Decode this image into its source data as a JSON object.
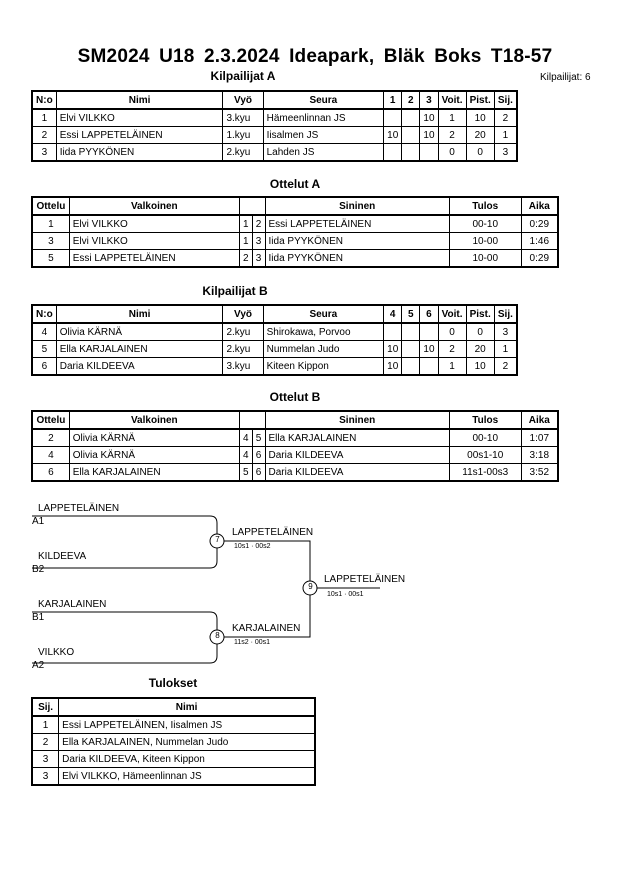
{
  "header": {
    "title": "SM2024  U18  2.3.2024  Ideapark, Bläk Boks   T18-57",
    "competitors_count": "Kilpailijat: 6"
  },
  "pool_a": {
    "title": "Kilpailijat A",
    "columns": [
      "N:o",
      "Nimi",
      "Vyö",
      "Seura",
      "1",
      "2",
      "3",
      "Voit.",
      "Pist.",
      "Sij."
    ],
    "rows": [
      {
        "no": "1",
        "name": "Elvi VILKKO",
        "belt": "3.kyu",
        "club": "Hämeenlinnan JS",
        "s1": "",
        "s2": "",
        "s3": "10",
        "wins": "1",
        "points": "10",
        "place": "2"
      },
      {
        "no": "2",
        "name": "Essi LAPPETELÄINEN",
        "belt": "1.kyu",
        "club": "Iisalmen JS",
        "s1": "10",
        "s2": "",
        "s3": "10",
        "wins": "2",
        "points": "20",
        "place": "1"
      },
      {
        "no": "3",
        "name": "Iida PYYKÖNEN",
        "belt": "2.kyu",
        "club": "Lahden JS",
        "s1": "",
        "s2": "",
        "s3": "",
        "wins": "0",
        "points": "0",
        "place": "3"
      }
    ]
  },
  "matches_a": {
    "title": "Ottelut A",
    "columns": [
      "Ottelu",
      "Valkoinen",
      "Sininen",
      "Tulos",
      "Aika"
    ],
    "rows": [
      {
        "match": "1",
        "white": "Elvi VILKKO",
        "w": "1",
        "b": "2",
        "blue": "Essi LAPPETELÄINEN",
        "result": "00-10",
        "time": "0:29"
      },
      {
        "match": "3",
        "white": "Elvi VILKKO",
        "w": "1",
        "b": "3",
        "blue": "Iida PYYKÖNEN",
        "result": "10-00",
        "time": "1:46"
      },
      {
        "match": "5",
        "white": "Essi LAPPETELÄINEN",
        "w": "2",
        "b": "3",
        "blue": "Iida PYYKÖNEN",
        "result": "10-00",
        "time": "0:29"
      }
    ]
  },
  "pool_b": {
    "title": "Kilpailijat B",
    "columns": [
      "N:o",
      "Nimi",
      "Vyö",
      "Seura",
      "4",
      "5",
      "6",
      "Voit.",
      "Pist.",
      "Sij."
    ],
    "rows": [
      {
        "no": "4",
        "name": "Olivia KÄRNÄ",
        "belt": "2.kyu",
        "club": "Shirokawa, Porvoo",
        "s1": "",
        "s2": "",
        "s3": "",
        "wins": "0",
        "points": "0",
        "place": "3"
      },
      {
        "no": "5",
        "name": "Ella KARJALAINEN",
        "belt": "2.kyu",
        "club": "Nummelan Judo",
        "s1": "10",
        "s2": "",
        "s3": "10",
        "wins": "2",
        "points": "20",
        "place": "1"
      },
      {
        "no": "6",
        "name": "Daria KILDEEVA",
        "belt": "3.kyu",
        "club": "Kiteen Kippon",
        "s1": "10",
        "s2": "",
        "s3": "",
        "wins": "1",
        "points": "10",
        "place": "2"
      }
    ]
  },
  "matches_b": {
    "title": "Ottelut B",
    "columns": [
      "Ottelu",
      "Valkoinen",
      "Sininen",
      "Tulos",
      "Aika"
    ],
    "rows": [
      {
        "match": "2",
        "white": "Olivia KÄRNÄ",
        "w": "4",
        "b": "5",
        "blue": "Ella KARJALAINEN",
        "result": "00-10",
        "time": "1:07"
      },
      {
        "match": "4",
        "white": "Olivia KÄRNÄ",
        "w": "4",
        "b": "6",
        "blue": "Daria KILDEEVA",
        "result": "00s1-10",
        "time": "3:18"
      },
      {
        "match": "6",
        "white": "Ella KARJALAINEN",
        "w": "5",
        "b": "6",
        "blue": "Daria KILDEEVA",
        "result": "11s1-00s3",
        "time": "3:52"
      }
    ]
  },
  "bracket": {
    "sf1": {
      "top": "LAPPETELÄINEN",
      "top_seed": "A1",
      "bottom": "KILDEEVA",
      "bottom_seed": "B2",
      "match": "7",
      "winner": "LAPPETELÄINEN",
      "score": "10s1 · 00s2"
    },
    "sf2": {
      "top": "KARJALAINEN",
      "top_seed": "B1",
      "bottom": "VILKKO",
      "bottom_seed": "A2",
      "match": "8",
      "winner": "KARJALAINEN",
      "score": "11s2 · 00s1"
    },
    "final": {
      "match": "9",
      "winner": "LAPPETELÄINEN",
      "score": "10s1 · 00s1"
    }
  },
  "results": {
    "title": "Tulokset",
    "columns": [
      "Sij.",
      "Nimi"
    ],
    "rows": [
      {
        "place": "1",
        "name": "Essi LAPPETELÄINEN, Iisalmen JS"
      },
      {
        "place": "2",
        "name": "Ella KARJALAINEN, Nummelan Judo"
      },
      {
        "place": "3",
        "name": "Daria KILDEEVA, Kiteen Kippon"
      },
      {
        "place": "3",
        "name": "Elvi VILKKO, Hämeenlinnan JS"
      }
    ]
  }
}
